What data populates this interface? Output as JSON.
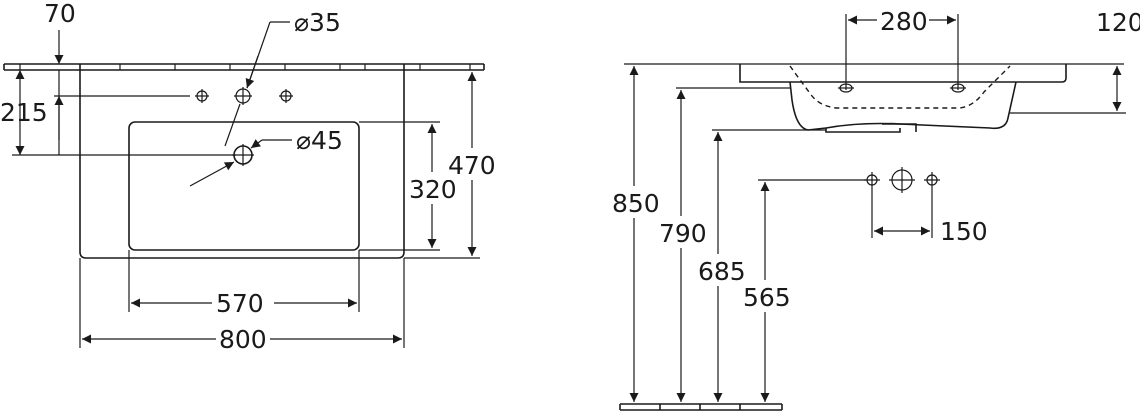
{
  "top_view": {
    "dim_70": "70",
    "dim_215": "215",
    "dim_35": "⌀35",
    "dim_45": "⌀45",
    "dim_320": "320",
    "dim_470": "470",
    "dim_570": "570",
    "dim_800": "800"
  },
  "side_view": {
    "dim_280": "280",
    "dim_120": "120",
    "dim_850": "850",
    "dim_790": "790",
    "dim_685": "685",
    "dim_565": "565",
    "dim_150": "150"
  }
}
